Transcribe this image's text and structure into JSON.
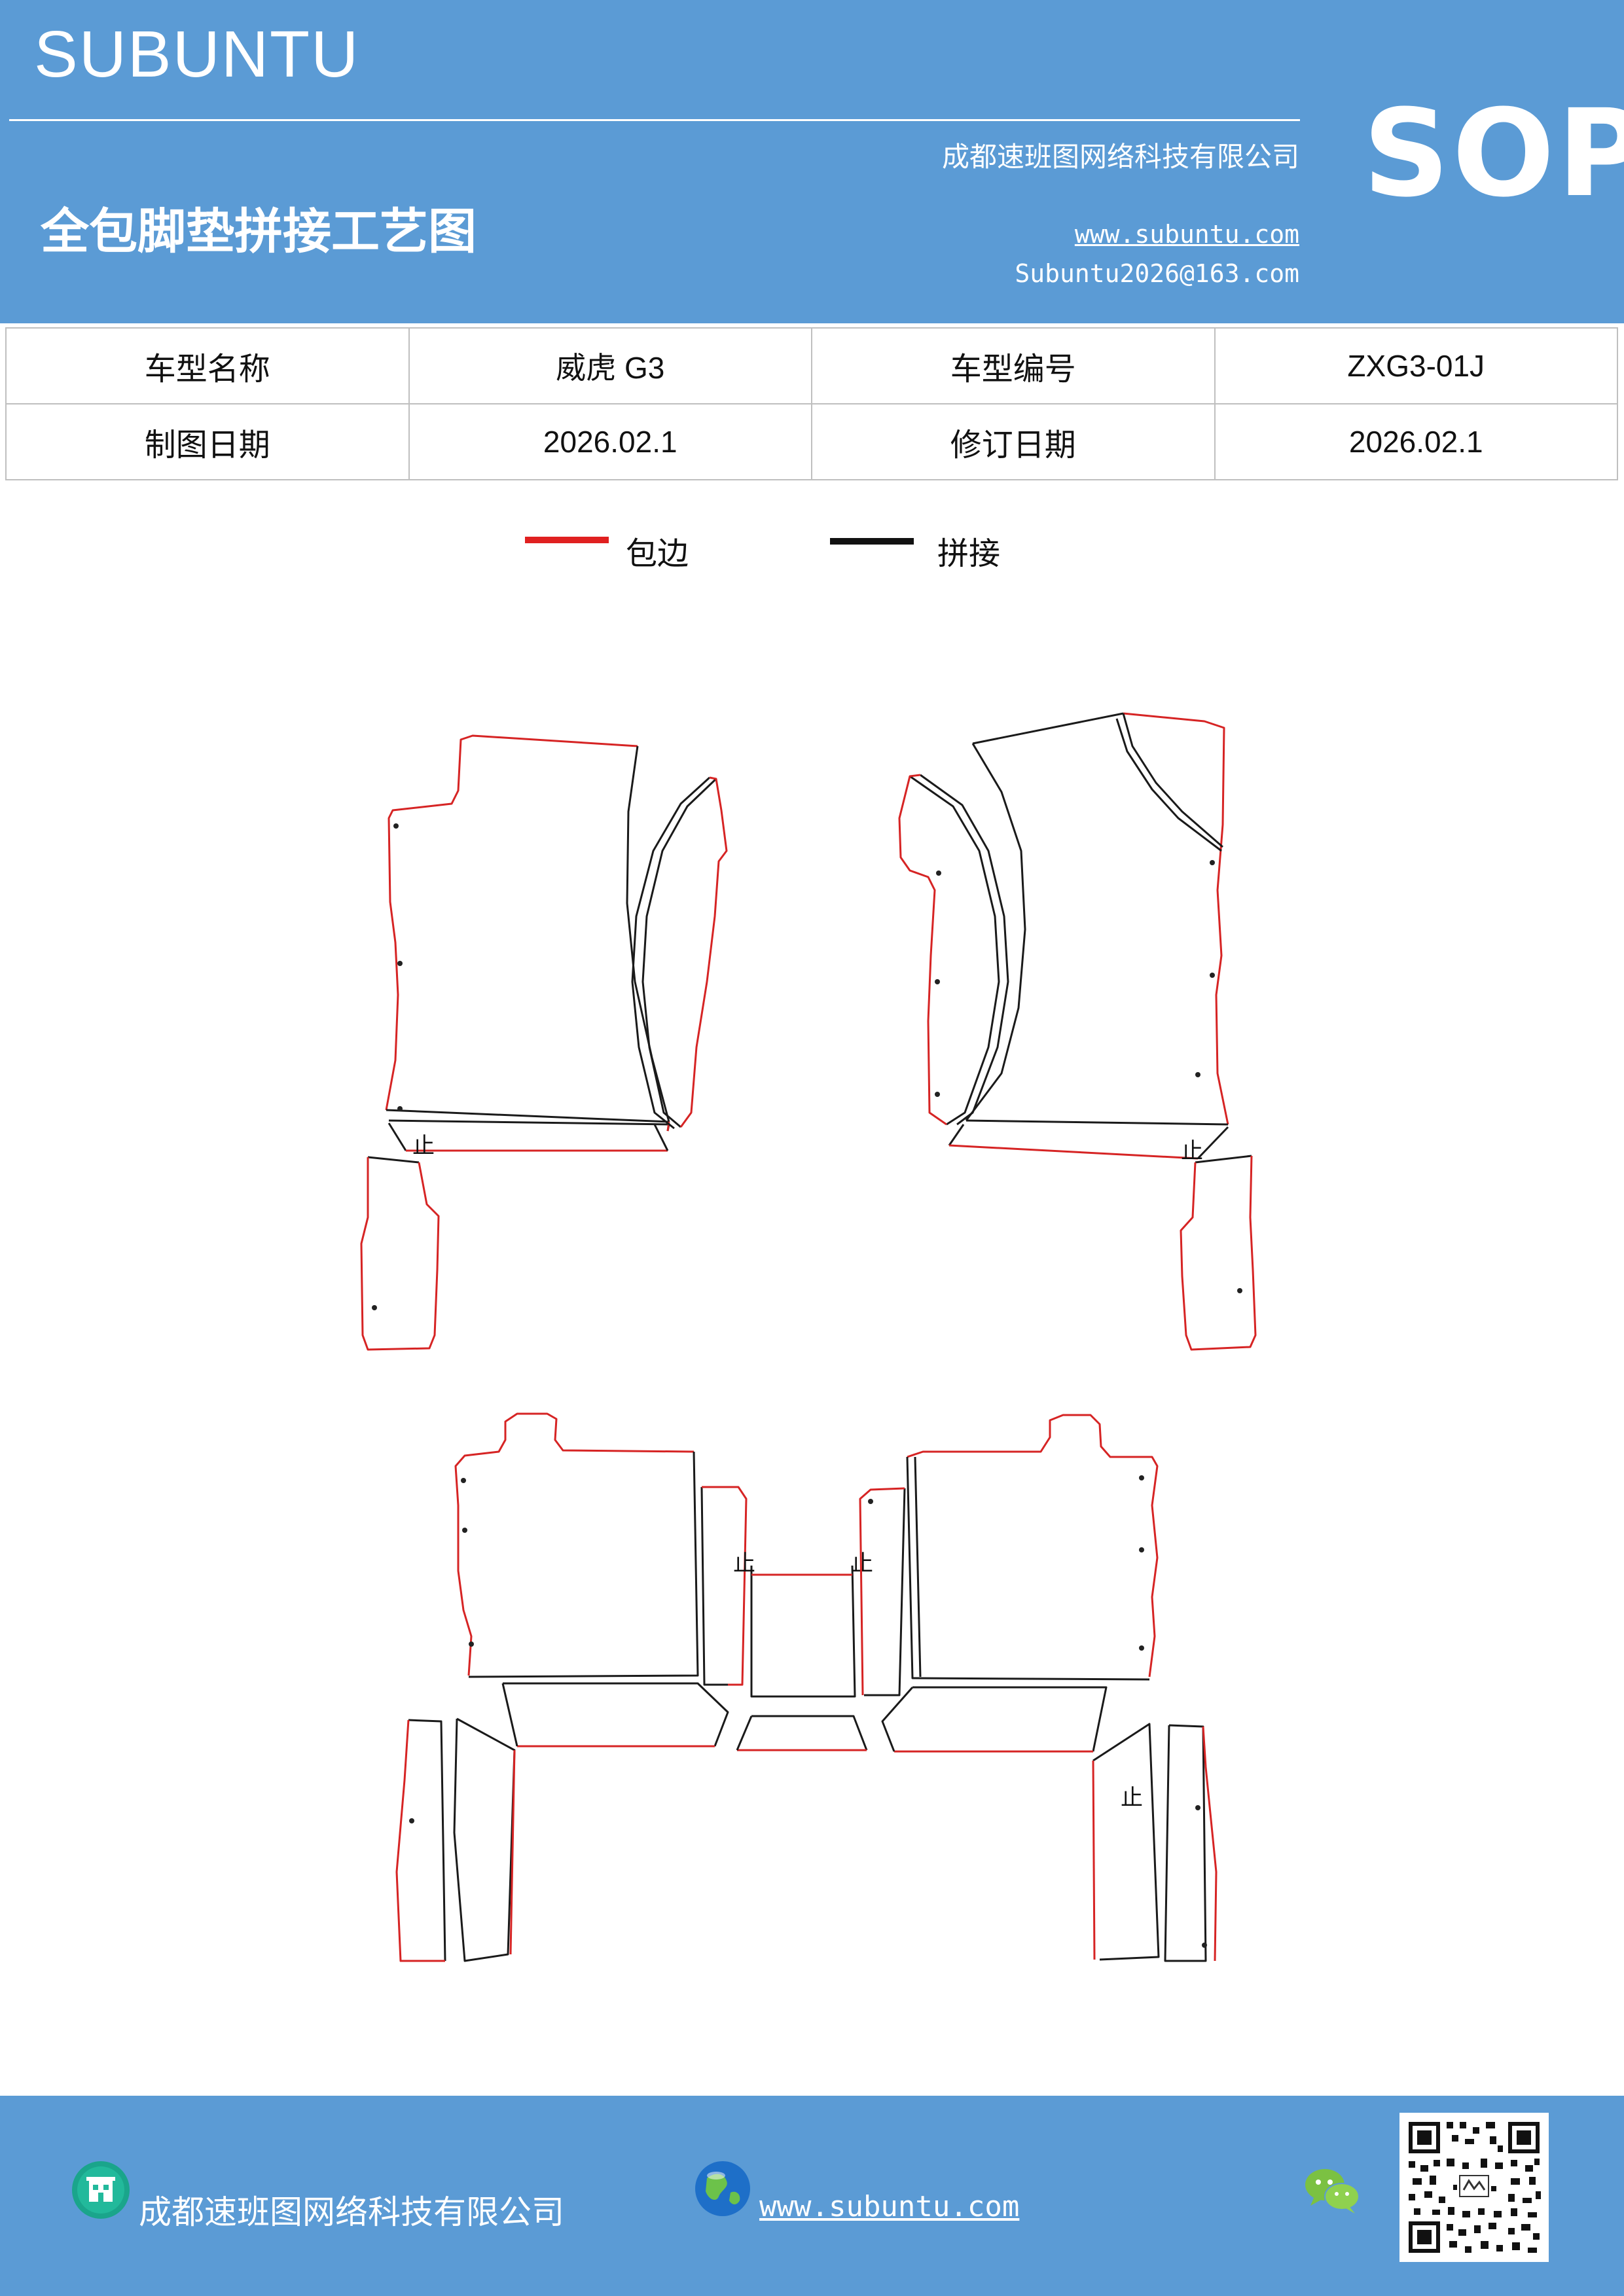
{
  "header": {
    "brand": "SUBUNTU",
    "company": "成都速班图网络科技有限公司",
    "title": "全包脚垫拼接工艺图",
    "website": "www.subuntu.com",
    "email": "Subuntu2026@163.com",
    "badge": "SOP"
  },
  "info_table": {
    "rows": [
      {
        "label1": "车型名称",
        "value1": "威虎 G3",
        "label2": "车型编号",
        "value2": "ZXG3-01J"
      },
      {
        "label1": "制图日期",
        "value1": "2026.02.1",
        "label2": "修订日期",
        "value2": "2026.02.1"
      }
    ]
  },
  "legend": {
    "items": [
      {
        "label": "包边",
        "color": "#e02020"
      },
      {
        "label": "拼接",
        "color": "#111111"
      }
    ]
  },
  "drawing": {
    "stop_mark": "止"
  },
  "footer": {
    "company": "成都速班图网络科技有限公司",
    "website": "www.subuntu.com",
    "icons": [
      "building-icon",
      "globe-icon",
      "wechat-icon",
      "qr-code"
    ]
  }
}
